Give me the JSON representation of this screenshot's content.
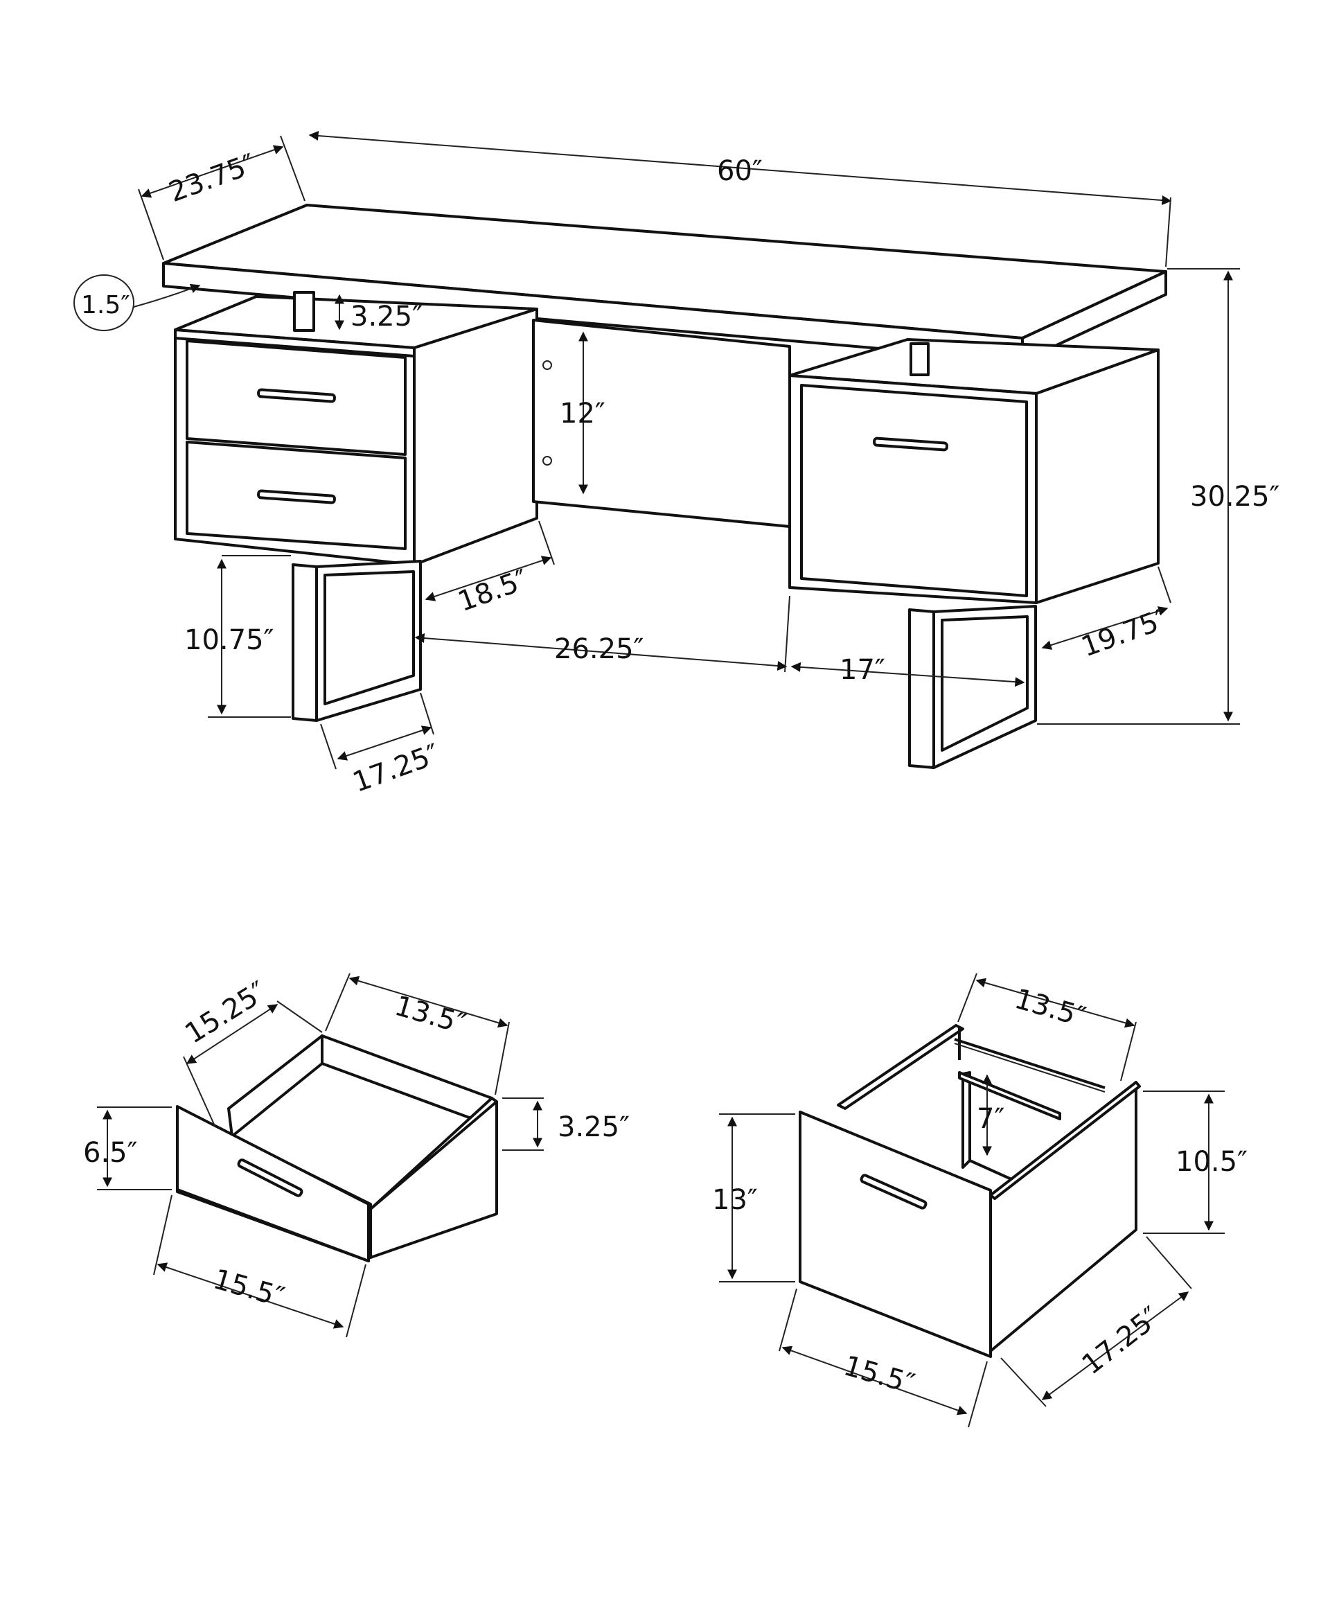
{
  "diagram": {
    "title": "Desk dimension drawing",
    "desk": {
      "dimensions": {
        "depth": "23.75″",
        "width": "60″",
        "top_thickness": "1.5″",
        "spacer_height": "3.25″",
        "modesty_panel_height": "12″",
        "overall_height": "30.25″",
        "left_cabinet_depth": "18.5″",
        "leg_height": "10.75″",
        "knee_space_width": "26.25″",
        "right_cabinet_width": "17″",
        "right_cabinet_depth": "19.75″",
        "leg_depth": "17.25″"
      }
    },
    "small_drawer": {
      "dimensions": {
        "inner_depth": "15.25″",
        "inner_width": "13.5″",
        "front_height": "6.5″",
        "side_height": "3.25″",
        "front_width": "15.5″"
      }
    },
    "file_drawer": {
      "dimensions": {
        "inner_width": "13.5″",
        "rail_height": "7″",
        "front_height": "13″",
        "side_height": "10.5″",
        "front_width": "15.5″",
        "depth": "17.25″"
      }
    }
  }
}
